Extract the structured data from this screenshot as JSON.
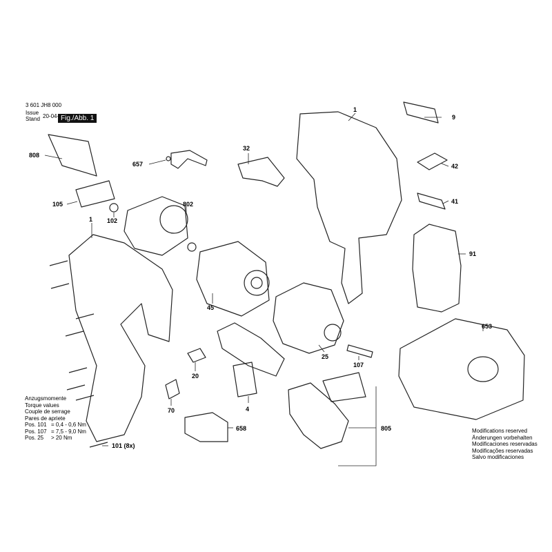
{
  "header": {
    "doc_number": "3 601 JH8 000",
    "issue_label_1": "Issue",
    "issue_label_2": "Stand",
    "issue_date": "20-04-27",
    "figure_label": "Fig./Abb. 1"
  },
  "callouts": [
    "1",
    "9",
    "808",
    "657",
    "32",
    "42",
    "105",
    "102",
    "802",
    "41",
    "1",
    "91",
    "45",
    "25",
    "107",
    "653",
    "20",
    "4",
    "70",
    "658",
    "805",
    "101 (8x)"
  ],
  "torque": {
    "lines": [
      "Anzugsmomente",
      "Torque values",
      "Couple de serrage",
      "Pares de apriete"
    ],
    "rows": [
      {
        "pos": "Pos. 101",
        "val": "= 0,4 - 0,6 Nm"
      },
      {
        "pos": "Pos. 107",
        "val": "= 7,5 - 9,0 Nm"
      },
      {
        "pos": "Pos. 25",
        "val": "> 20 Nm"
      }
    ]
  },
  "modifications": [
    "Modifications reserved",
    "Änderungen vorbehalten",
    "Modificaciones reservadas",
    "Modificações reservadas",
    "Salvo modificaciones"
  ]
}
